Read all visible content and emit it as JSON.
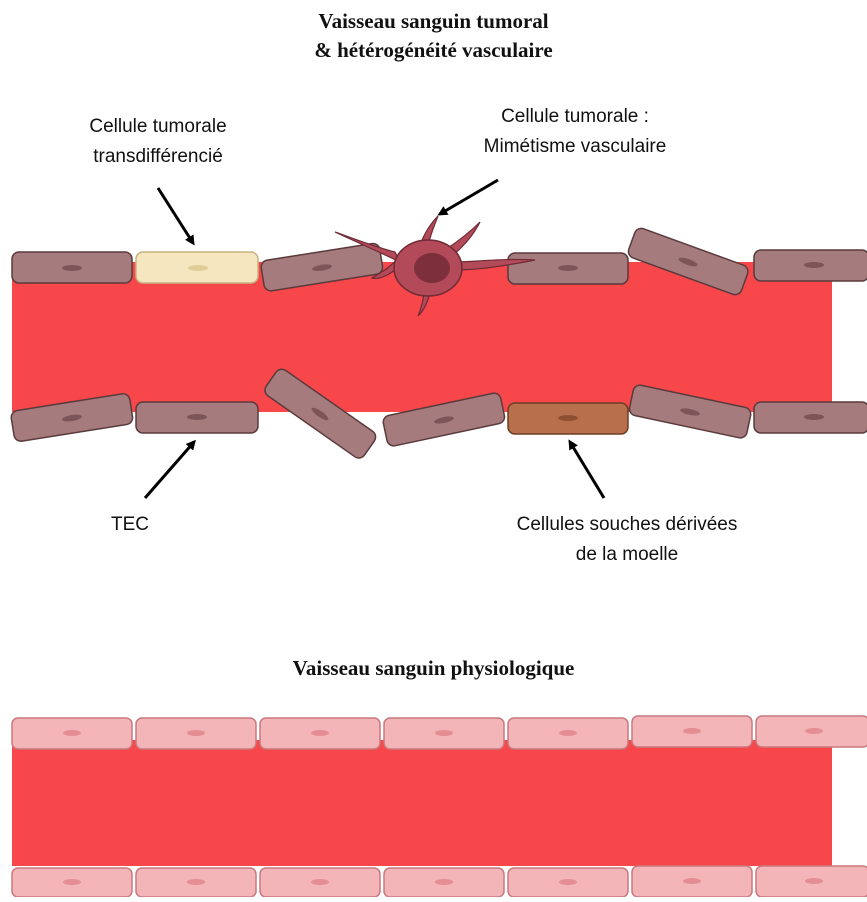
{
  "tumor_section": {
    "title_line1": "Vaisseau sanguin tumoral",
    "title_line2": "& hétérogénéité vasculaire",
    "labels": {
      "transdifferentiated_line1": "Cellule tumorale",
      "transdifferentiated_line2": "transdifférencié",
      "vascular_mimicry_line1": "Cellule tumorale :",
      "vascular_mimicry_line2": "Mimétisme vasculaire",
      "tec": "TEC",
      "marrow_line1": "Cellules souches dérivées",
      "marrow_line2": "de la moelle"
    }
  },
  "physio_section": {
    "title": "Vaisseau sanguin physiologique"
  },
  "colors": {
    "blood": "#f7474a",
    "tumor_endothelial_cell": "#a57b7d",
    "transdifferentiated_cell": "#f5e6bf",
    "marrow_derived_cell": "#b86f4c",
    "vascular_mimicry_cell": "#b34a59",
    "normal_endothelial_cell": "#f3b5b8"
  }
}
